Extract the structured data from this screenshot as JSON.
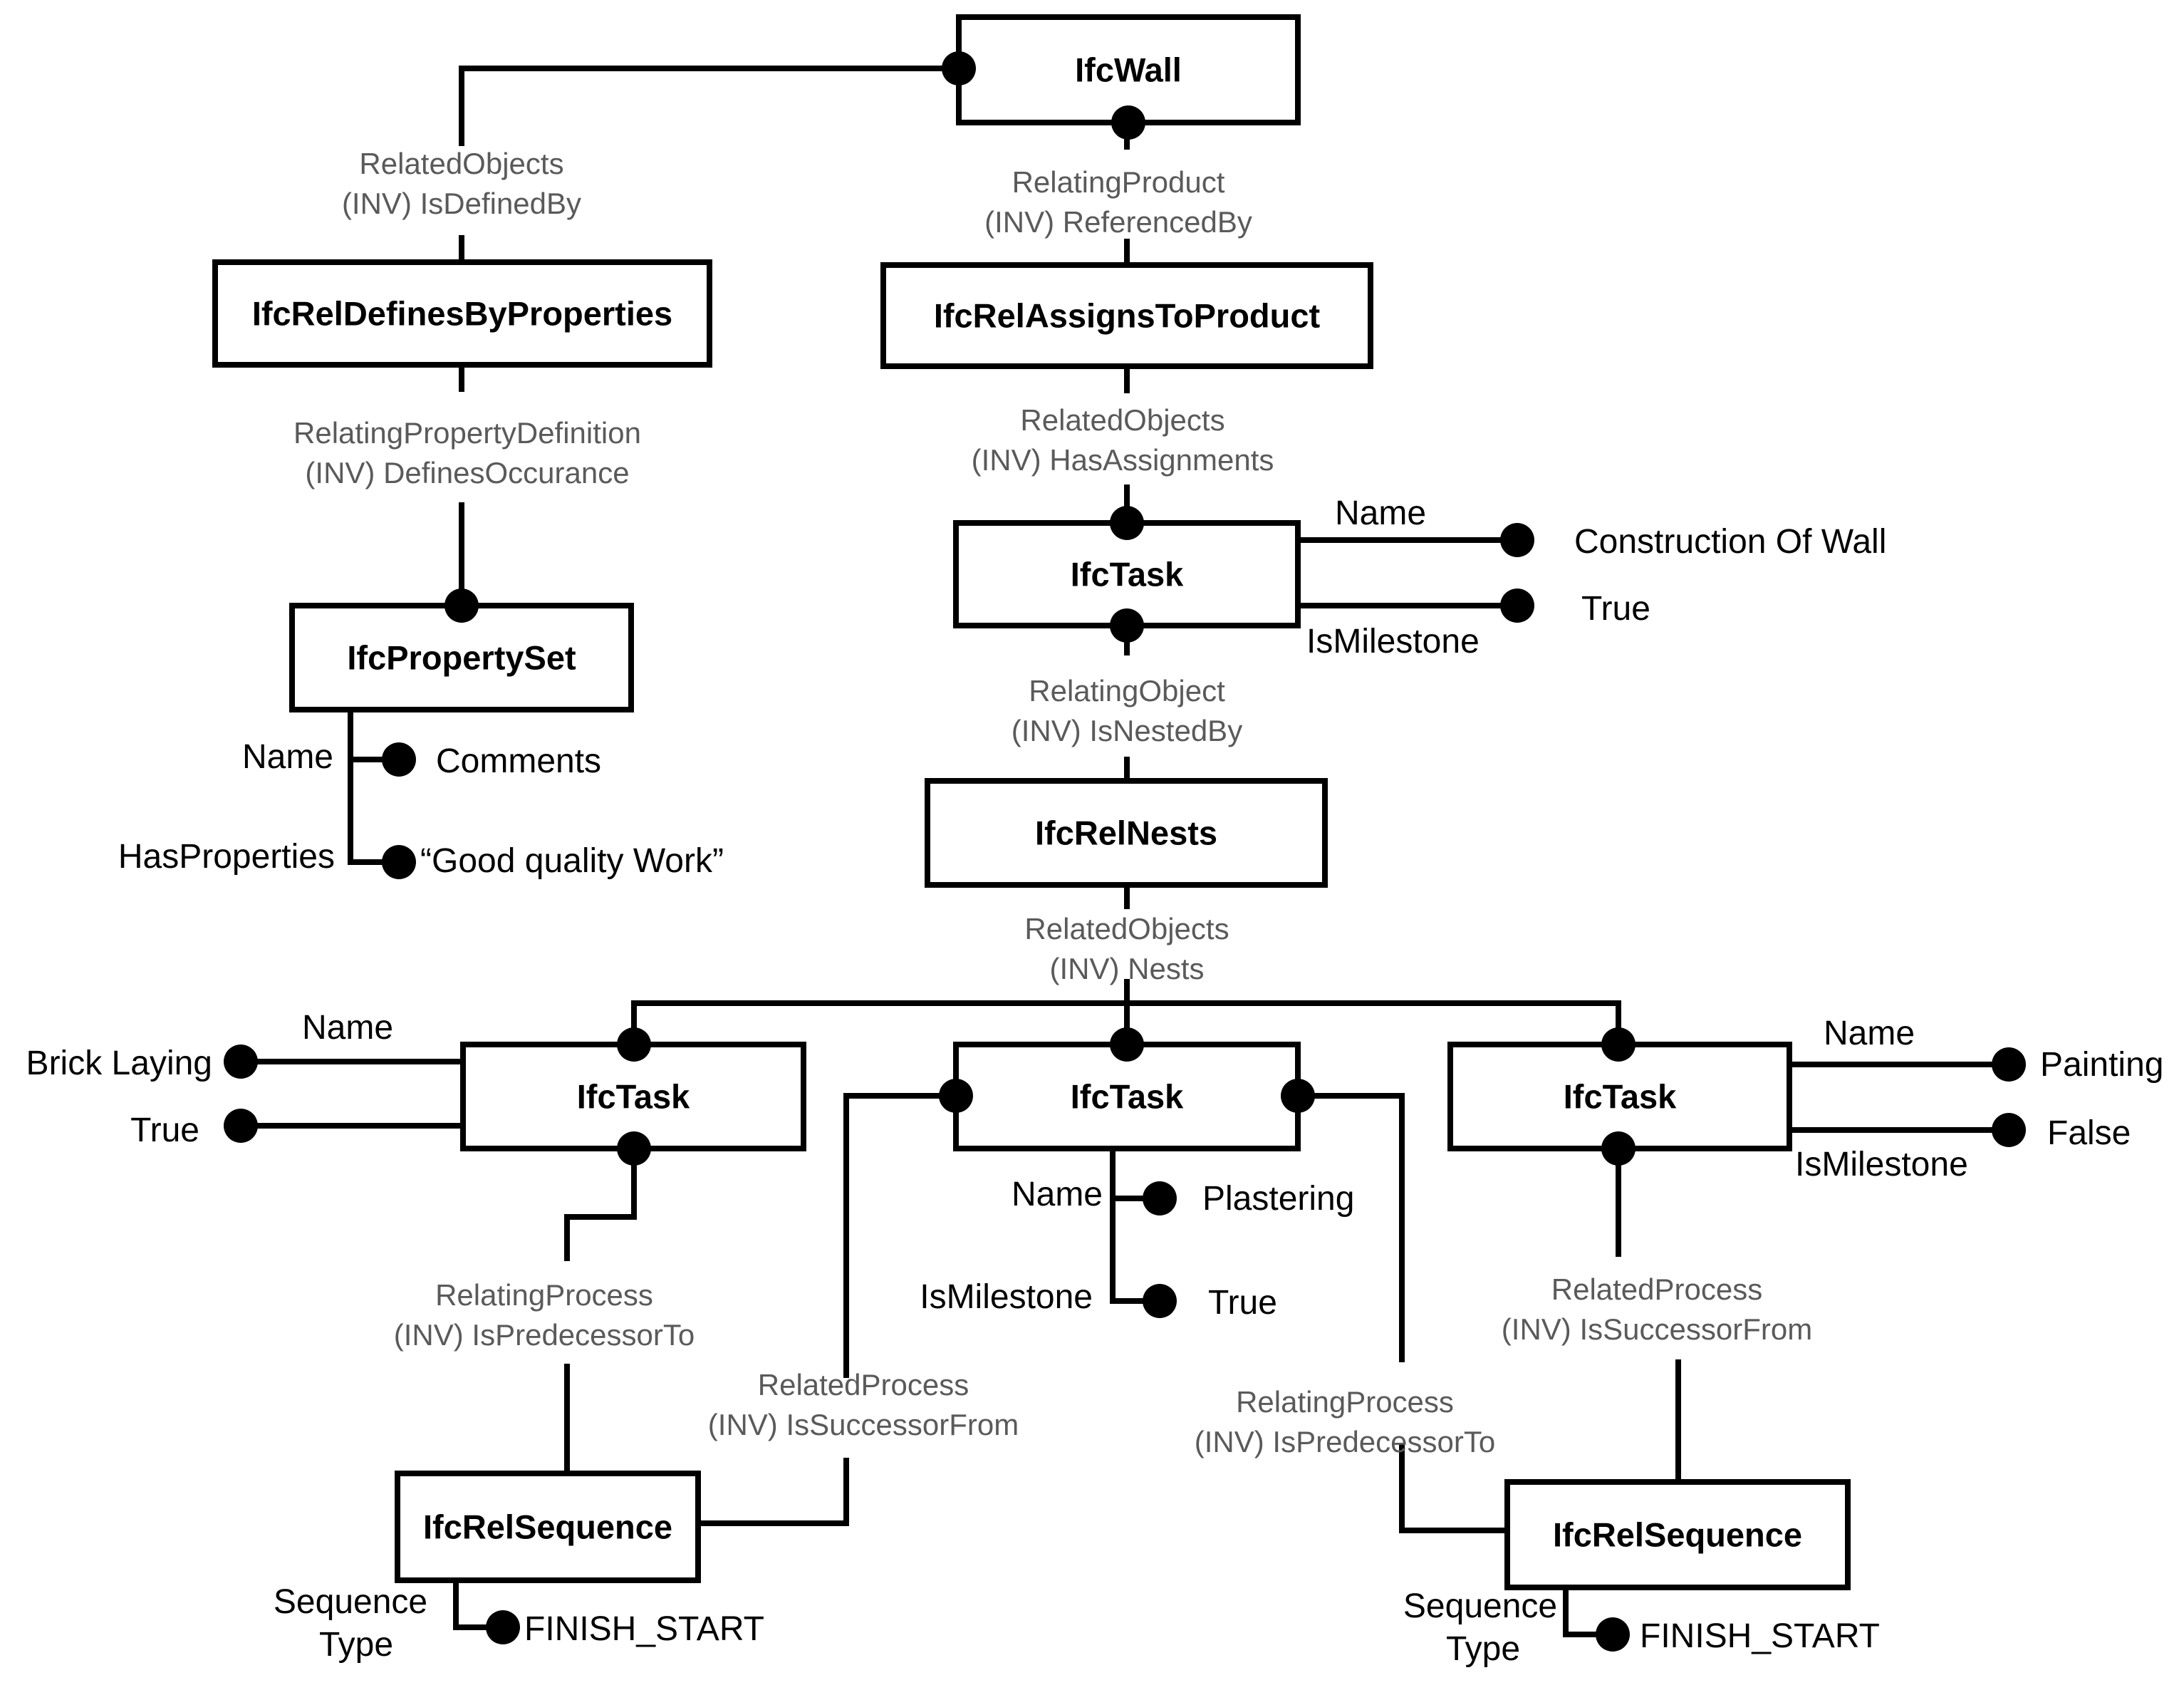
{
  "entities": {
    "ifc_wall": "IfcWall",
    "ifc_rel_defines_by_properties": "IfcRelDefinesByProperties",
    "ifc_rel_assigns_to_product": "IfcRelAssignsToProduct",
    "ifc_property_set": "IfcPropertySet",
    "ifc_task_main": "IfcTask",
    "ifc_rel_nests": "IfcRelNests",
    "ifc_task_left": "IfcTask",
    "ifc_task_center": "IfcTask",
    "ifc_task_right": "IfcTask",
    "ifc_rel_sequence_left": "IfcRelSequence",
    "ifc_rel_sequence_right": "IfcRelSequence"
  },
  "relations": {
    "wall_to_defines": [
      "RelatedObjects",
      "(INV) IsDefinedBy"
    ],
    "wall_to_assigns": [
      "RelatingProduct",
      "(INV) ReferencedBy"
    ],
    "defines_to_pset": [
      "RelatingPropertyDefinition",
      "(INV) DefinesOccurance"
    ],
    "assigns_to_task": [
      "RelatedObjects",
      "(INV) HasAssignments"
    ],
    "task_to_nests": [
      "RelatingObject",
      "(INV) IsNestedBy"
    ],
    "nests_to_tasks": [
      "RelatedObjects",
      "(INV) Nests"
    ],
    "left_task_to_seq": [
      "RelatingProcess",
      "(INV) IsPredecessorTo"
    ],
    "seq_to_center_task": [
      "RelatedProcess",
      "(INV) IsSuccessorFrom"
    ],
    "center_task_to_seq": [
      "RelatingProcess",
      "(INV) IsPredecessorTo"
    ],
    "right_task_to_seq": [
      "RelatedProcess",
      "(INV) IsSuccessorFrom"
    ]
  },
  "attributes": {
    "pset_name_label": "Name",
    "pset_name_value": "Comments",
    "pset_props_label": "HasProperties",
    "pset_props_value": "“Good quality Work”",
    "main_task_name_label": "Name",
    "main_task_name_value": "Construction Of Wall",
    "main_task_milestone_label": "IsMilestone",
    "main_task_milestone_value": "True",
    "left_task_name_label": "Name",
    "left_task_name_value": "Brick Laying",
    "left_task_milestone_value": "True",
    "center_task_name_label": "Name",
    "center_task_name_value": "Plastering",
    "center_task_milestone_label": "IsMilestone",
    "center_task_milestone_value": "True",
    "right_task_name_label": "Name",
    "right_task_name_value": "Painting",
    "right_task_milestone_label": "IsMilestone",
    "right_task_milestone_value": "False",
    "seq_left_type_label_1": "Sequence",
    "seq_left_type_label_2": "Type",
    "seq_left_type_value": "FINISH_START",
    "seq_right_type_label_1": "Sequence",
    "seq_right_type_label_2": "Type",
    "seq_right_type_value": "FINISH_START"
  }
}
